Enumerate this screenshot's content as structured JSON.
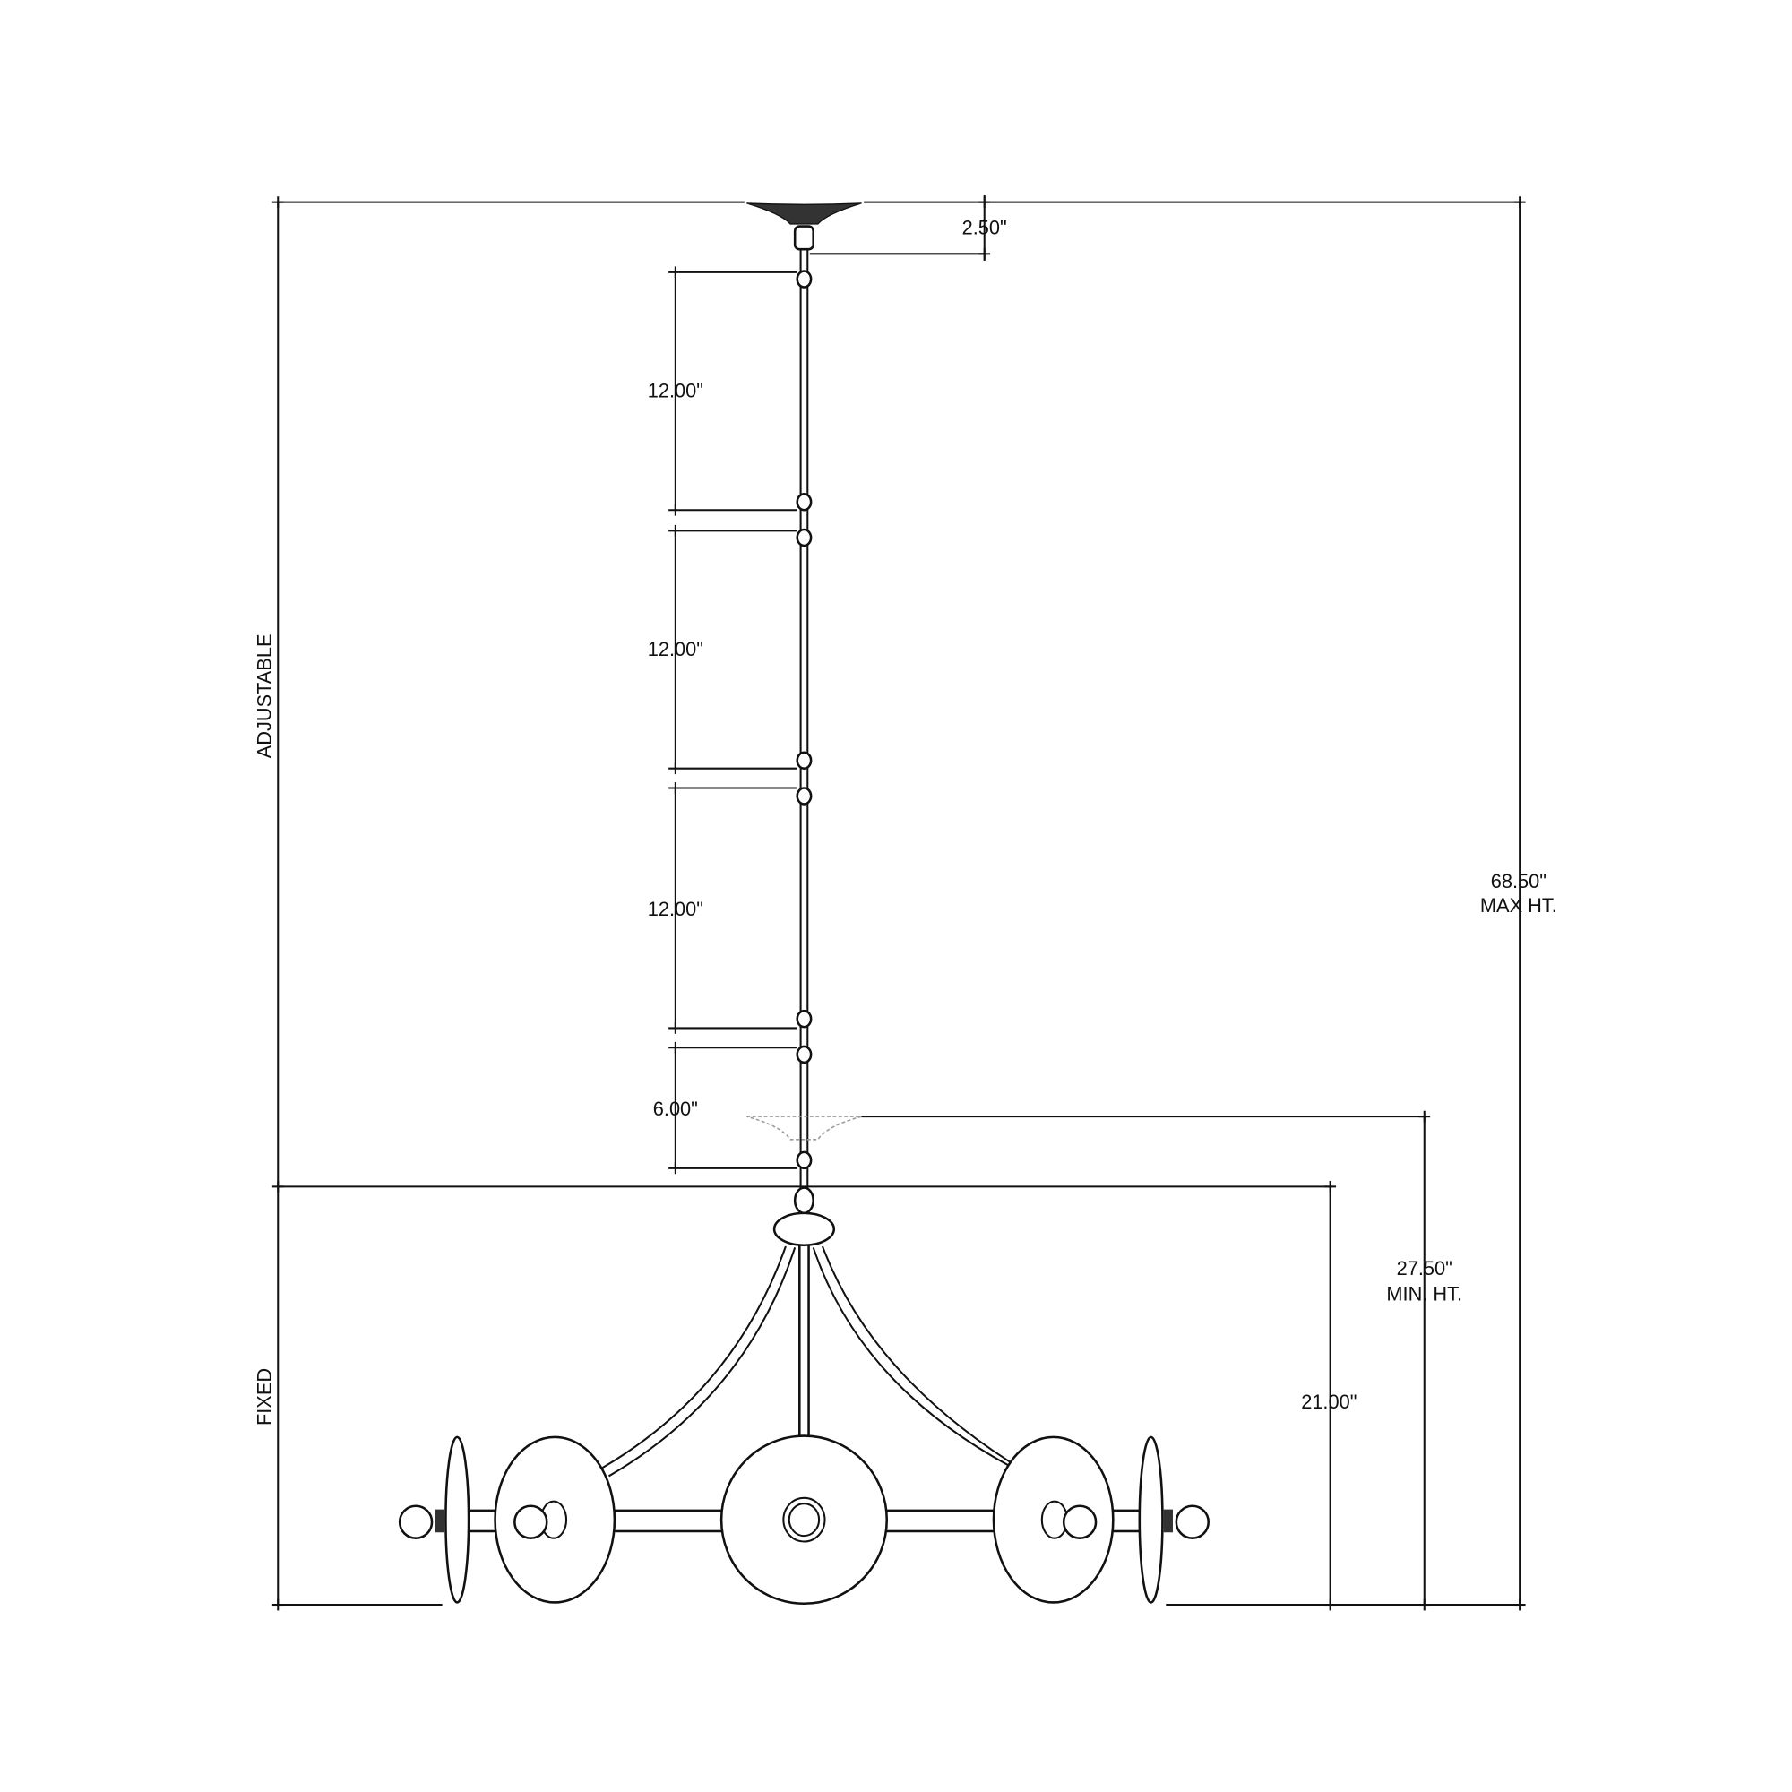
{
  "labels": {
    "canopy_height": "2.50\"",
    "chain_1": "12.00\"",
    "chain_2": "12.00\"",
    "chain_3": "12.00\"",
    "chain_4": "6.00\"",
    "adjustable": "ADJUSTABLE",
    "fixed": "FIXED",
    "max_height_value": "68.50\"",
    "max_height_caption": "MAX HT.",
    "min_height_value": "27.50\"",
    "min_height_caption": "MIN. HT.",
    "fixed_height": "21.00\""
  }
}
